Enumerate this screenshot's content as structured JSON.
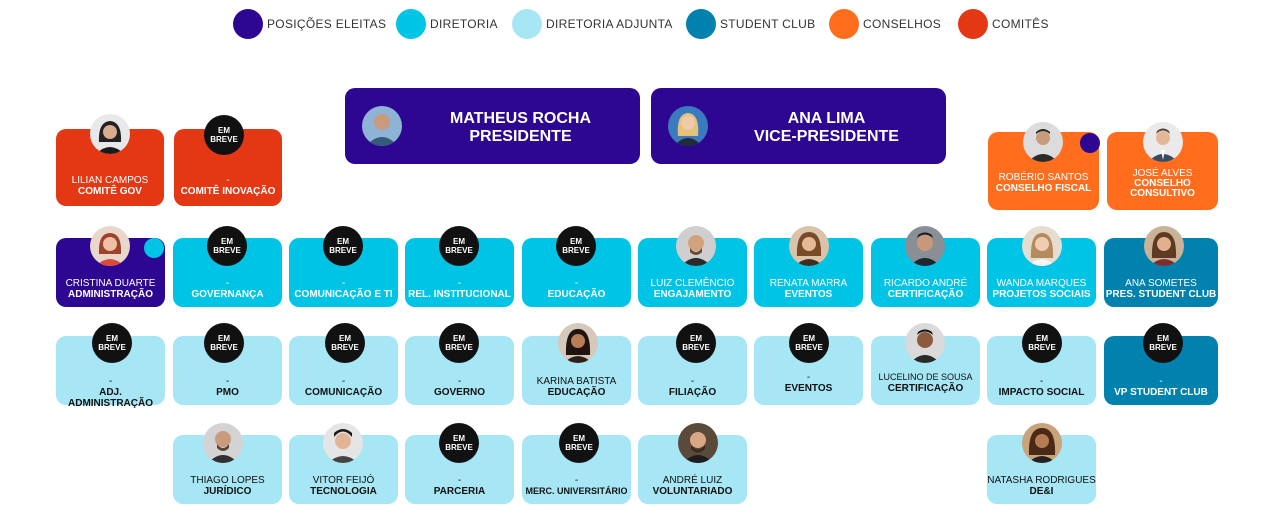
{
  "legend": [
    {
      "label": "POSIÇÕES ELEITAS",
      "color": "#2d0791"
    },
    {
      "label": "DIRETORIA",
      "color": "#00c4e6"
    },
    {
      "label": "DIRETORIA ADJUNTA",
      "color": "#a6e6f5"
    },
    {
      "label": "STUDENT CLUB",
      "color": "#0081ae"
    },
    {
      "label": "CONSELHOS",
      "color": "#ff6d1d"
    },
    {
      "label": "COMITÊS",
      "color": "#e43713"
    }
  ],
  "badge_text": "EM\nBREVE",
  "elected": [
    {
      "name": "MATHEUS ROCHA",
      "role": "PRESIDENTE"
    },
    {
      "name": "ANA LIMA",
      "role": "VICE-PRESIDENTE"
    }
  ],
  "committees": [
    {
      "name": "LILIAN CAMPOS",
      "role": "COMITÊ GOV"
    },
    {
      "name": "-",
      "role": "COMITÊ INOVAÇÃO"
    }
  ],
  "councils": [
    {
      "name": "ROBÉRIO SANTOS",
      "role": "CONSELHO FISCAL"
    },
    {
      "name": "JOSÉ ALVES",
      "role": "CONSELHO CONSULTIVO"
    }
  ],
  "row1": [
    {
      "name": "CRISTINA DUARTE",
      "role": "ADMINISTRAÇÃO"
    },
    {
      "name": "-",
      "role": "GOVERNANÇA"
    },
    {
      "name": "-",
      "role": "COMUNICAÇÃO E TI"
    },
    {
      "name": "-",
      "role": "REL. INSTITUCIONAL"
    },
    {
      "name": "-",
      "role": "EDUCAÇÃO"
    },
    {
      "name": "LUIZ CLEMÊNCIO",
      "role": "ENGAJAMENTO"
    },
    {
      "name": "RENATA MARRA",
      "role": "EVENTOS"
    },
    {
      "name": "RICARDO ANDRÉ",
      "role": "CERTIFICAÇÃO"
    },
    {
      "name": "WANDA MARQUES",
      "role": "PROJETOS SOCIAIS"
    },
    {
      "name": "ANA SOMETES",
      "role": "PRES. STUDENT CLUB"
    }
  ],
  "row2": [
    {
      "name": "-",
      "role": "ADJ. ADMINISTRAÇÃO"
    },
    {
      "name": "-",
      "role": "PMO"
    },
    {
      "name": "-",
      "role": "COMUNICAÇÃO"
    },
    {
      "name": "-",
      "role": "GOVERNO"
    },
    {
      "name": "KARINA BATISTA",
      "role": "EDUCAÇÃO"
    },
    {
      "name": "-",
      "role": "FILIAÇÃO"
    },
    {
      "name": "-",
      "role": "EVENTOS"
    },
    {
      "name": "LUCELINO DE SOUSA",
      "role": "CERTIFICAÇÃO"
    },
    {
      "name": "-",
      "role": "IMPACTO SOCIAL"
    },
    {
      "name": "-",
      "role": "VP STUDENT CLUB"
    }
  ],
  "row3": [
    {
      "name": "THIAGO LOPES",
      "role": "JURÍDICO"
    },
    {
      "name": "VITOR FEIJÓ",
      "role": "TECNOLOGIA"
    },
    {
      "name": "-",
      "role": "PARCERIA"
    },
    {
      "name": "-",
      "role": "MERC. UNIVERSITÁRIO"
    },
    {
      "name": "ANDRÉ LUIZ",
      "role": "VOLUNTARIADO"
    },
    {
      "name": "NATASHA RODRIGUES",
      "role": "DE&I"
    }
  ]
}
